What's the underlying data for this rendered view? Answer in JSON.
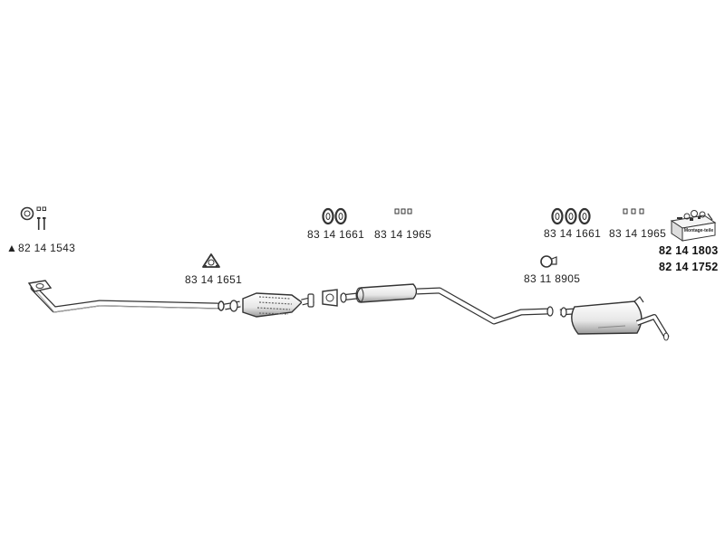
{
  "parts": {
    "clamp_kit": "82 14 1543",
    "manifold_gasket": "83 14 1651",
    "front_hangers": "83 14 1661",
    "front_clips": "83 14 1965",
    "rear_hangers": "83 14 1661",
    "rear_clips": "83 14 1965",
    "rear_clamp": "83 11 8905",
    "mounting_kit_a": "82 14 1803",
    "mounting_kit_b": "82 14 1752"
  },
  "symbols": {
    "clamp_kit_marker": "▲",
    "mounting_kit_box": "Montage-teile"
  },
  "colors": {
    "line": "#333333",
    "fill": "#ffffff",
    "shade": "#9a9a9a"
  }
}
